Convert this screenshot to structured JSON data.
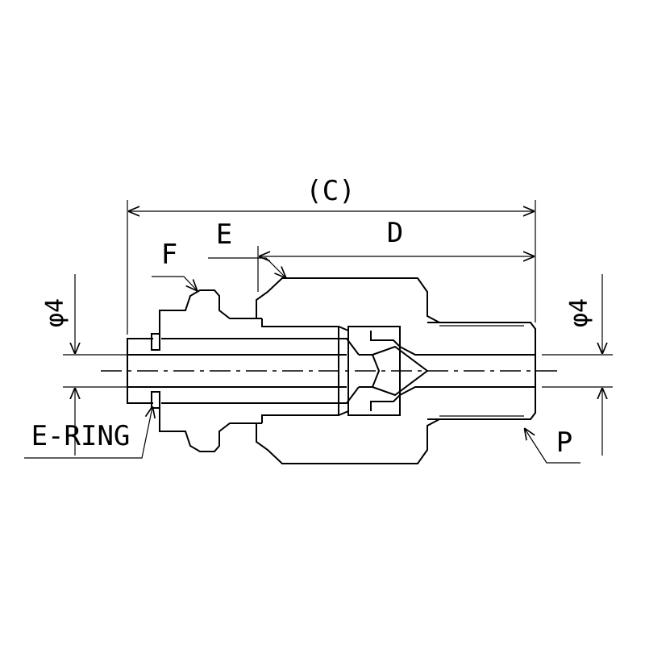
{
  "labels": {
    "overall_length": "(C)",
    "dim_d": "D",
    "dim_e": "E",
    "dim_f": "F",
    "dim_p": "P",
    "left_diameter": "φ4",
    "right_diameter": "φ4",
    "e_ring": "E-RING"
  }
}
